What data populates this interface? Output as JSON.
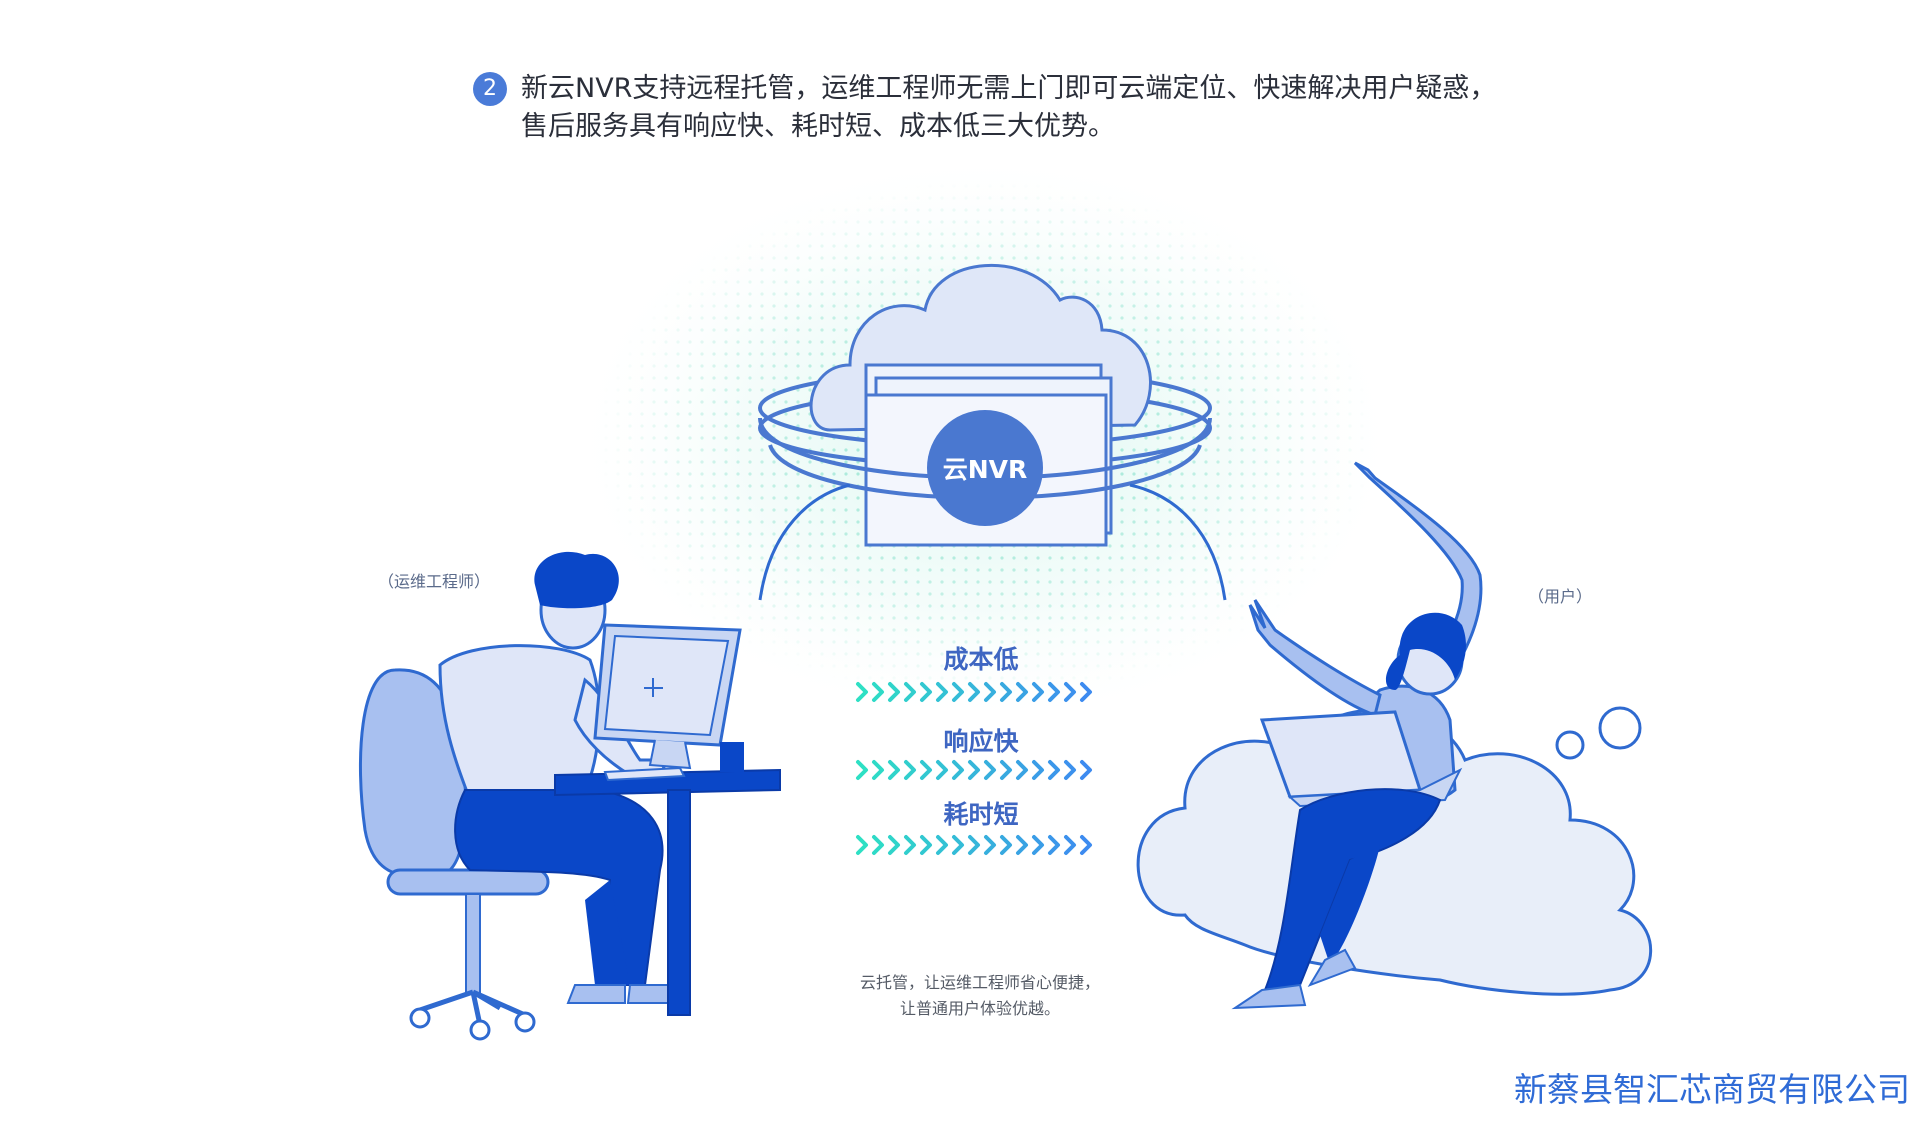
{
  "intro": {
    "badge": "2",
    "line1": "新云NVR支持远程托管，运维工程师无需上门即可云端定位、快速解决用户疑惑，",
    "line2": "售后服务具有响应快、耗时短、成本低三大优势。"
  },
  "cloud": {
    "label": "云NVR"
  },
  "engineer": {
    "tag": "（运维工程师）"
  },
  "user": {
    "tag": "（用户）"
  },
  "advantages": [
    {
      "label": "成本低"
    },
    {
      "label": "响应快"
    },
    {
      "label": "耗时短"
    }
  ],
  "caption": {
    "line1": "云托管，让运维工程师省心便捷，",
    "line2": "让普通用户体验优越。"
  },
  "company": "新蔡县智汇芯商贸有限公司",
  "colors": {
    "accent": "#4a7bd8",
    "dark_blue": "#0a47c8",
    "light_blue": "#dde6f8",
    "arrow_teal": "#2ee0c4",
    "arrow_blue": "#3d8bf0"
  }
}
